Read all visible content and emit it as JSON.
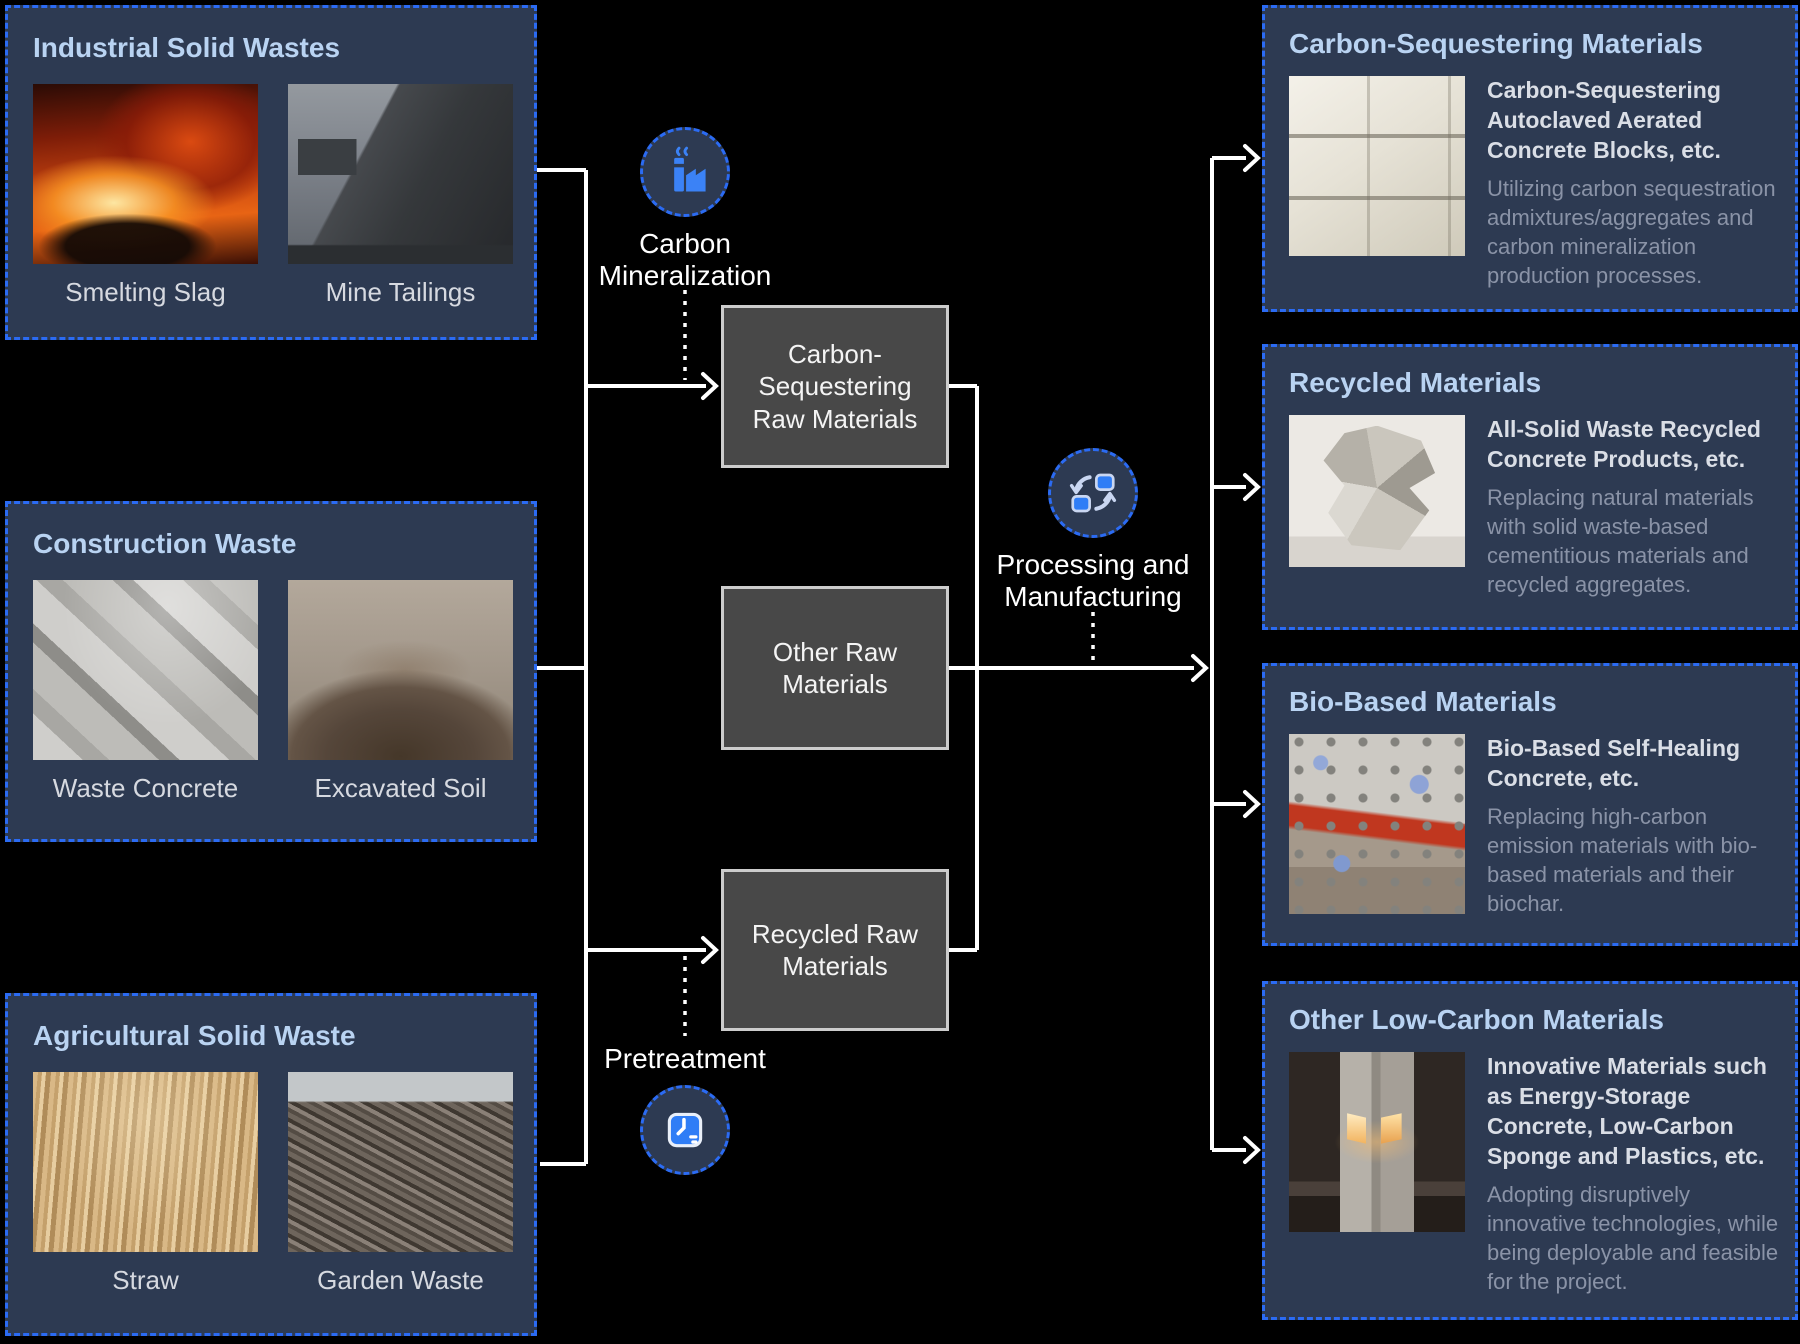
{
  "colors": {
    "background": "#000000",
    "panel_navy": "#2d3a52",
    "dashed_blue": "#2b6bf3",
    "title_blue": "#b9d3f2",
    "label_gray": "#d6d9e0",
    "midbox_gray": "#484848",
    "midbox_border": "#cccccc",
    "heading_light": "#dadee6",
    "body_gray": "#8a93a7",
    "icon_blue": "#3b82f6",
    "icon_light_blue": "#c9d6f1",
    "line_white": "#ffffff"
  },
  "left": [
    {
      "title": "Industrial Solid Wastes",
      "items": [
        {
          "label": "Smelting Slag"
        },
        {
          "label": "Mine Tailings"
        }
      ]
    },
    {
      "title": "Construction Waste",
      "items": [
        {
          "label": "Waste Concrete"
        },
        {
          "label": "Excavated Soil"
        }
      ]
    },
    {
      "title": "Agricultural Solid Waste",
      "items": [
        {
          "label": "Straw"
        },
        {
          "label": "Garden Waste"
        }
      ]
    }
  ],
  "process": [
    {
      "label": "Carbon Mineralization",
      "icon": "factory-icon"
    },
    {
      "label": "Pretreatment",
      "icon": "clock-icon"
    },
    {
      "label": "Processing and Manufacturing",
      "icon": "cycle-icon"
    }
  ],
  "middle": [
    {
      "label": "Carbon-Sequestering Raw Materials"
    },
    {
      "label": "Other Raw Materials"
    },
    {
      "label": "Recycled Raw Materials"
    }
  ],
  "right": [
    {
      "title": "Carbon-Sequestering Materials",
      "heading": "Carbon-Sequestering Autoclaved Aerated Concrete Blocks, etc.",
      "description": "Utilizing carbon sequestration admixtures/aggregates and carbon mineralization production processes."
    },
    {
      "title": "Recycled Materials",
      "heading": "All-Solid Waste Recycled Concrete Products, etc.",
      "description": "Replacing natural materials with solid waste-based cementitious materials and recycled aggregates."
    },
    {
      "title": "Bio-Based Materials",
      "heading": "Bio-Based Self-Healing Concrete, etc.",
      "description": "Replacing high-carbon emission materials with bio-based materials and their biochar."
    },
    {
      "title": "Other Low-Carbon Materials",
      "heading": "Innovative Materials such as Energy-Storage Concrete, Low-Carbon Sponge and Plastics, etc.",
      "description": "Adopting disruptively innovative technologies, while being deployable and feasible for the project."
    }
  ]
}
